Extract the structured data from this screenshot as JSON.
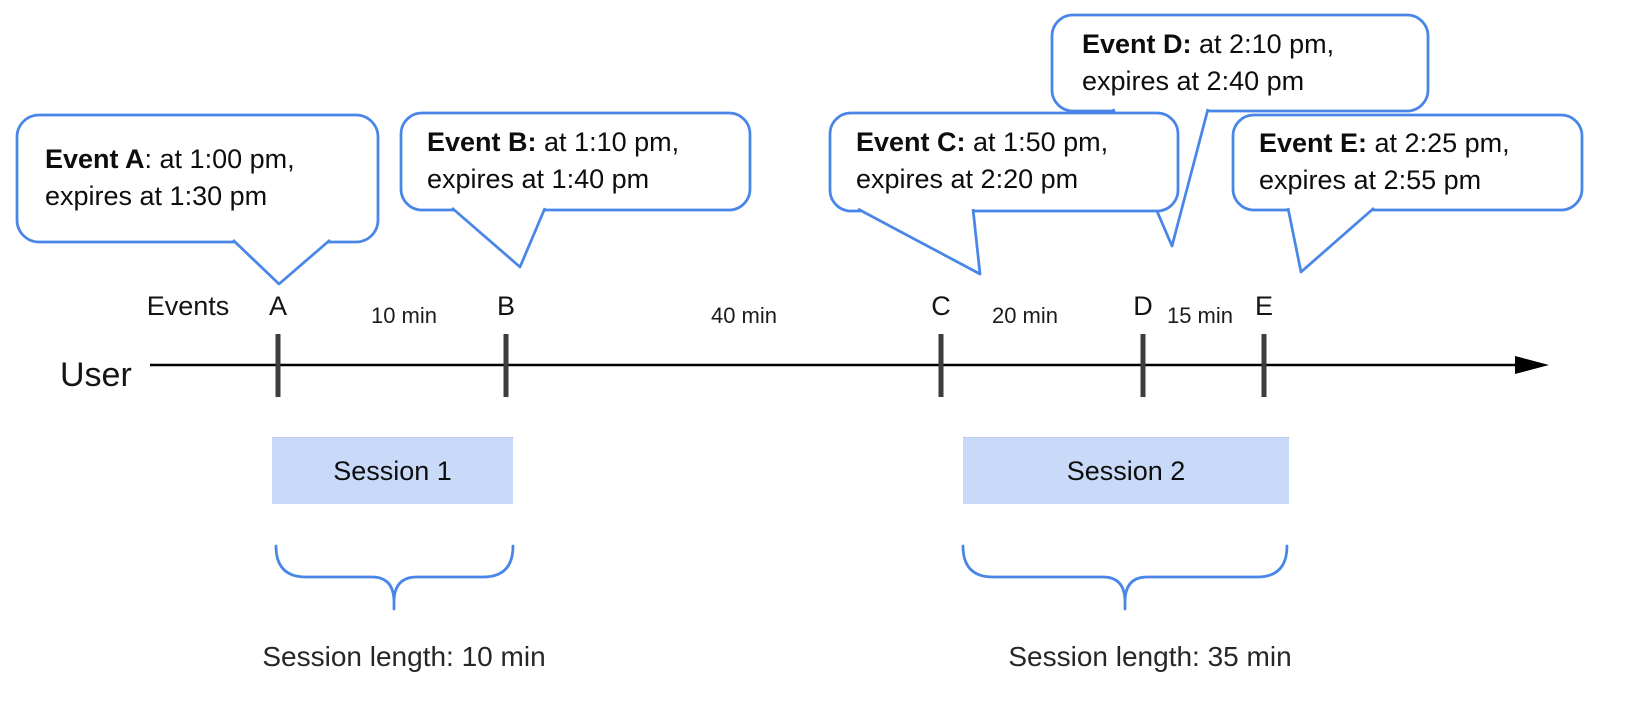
{
  "diagram": {
    "events_label": "Events",
    "user_label": "User",
    "events": [
      {
        "letter": "A",
        "bold": "Event A",
        "line1_rest": ": at 1:00 pm,",
        "line2": "expires at 1:30 pm"
      },
      {
        "letter": "B",
        "bold": "Event B:",
        "line1_rest": " at 1:10 pm,",
        "line2": "expires at 1:40 pm"
      },
      {
        "letter": "C",
        "bold": "Event C:",
        "line1_rest": " at 1:50 pm,",
        "line2": "expires at 2:20 pm"
      },
      {
        "letter": "D",
        "bold": "Event D:",
        "line1_rest": " at 2:10 pm,",
        "line2": "expires at 2:40 pm"
      },
      {
        "letter": "E",
        "bold": "Event E:",
        "line1_rest": " at 2:25 pm,",
        "line2": "expires at 2:55 pm"
      }
    ],
    "intervals": [
      {
        "label": "10 min"
      },
      {
        "label": "40 min"
      },
      {
        "label": "20 min"
      },
      {
        "label": "15 min"
      }
    ],
    "sessions": [
      {
        "label": "Session 1",
        "length_label": "Session length: 10 min"
      },
      {
        "label": "Session 2",
        "length_label": "Session length: 35 min"
      }
    ],
    "colors": {
      "bubble_border": "#4a86e8",
      "session_fill": "#c9daf8",
      "brace": "#4a86e8",
      "tick": "#3d3d3d",
      "timeline": "#000000"
    }
  }
}
